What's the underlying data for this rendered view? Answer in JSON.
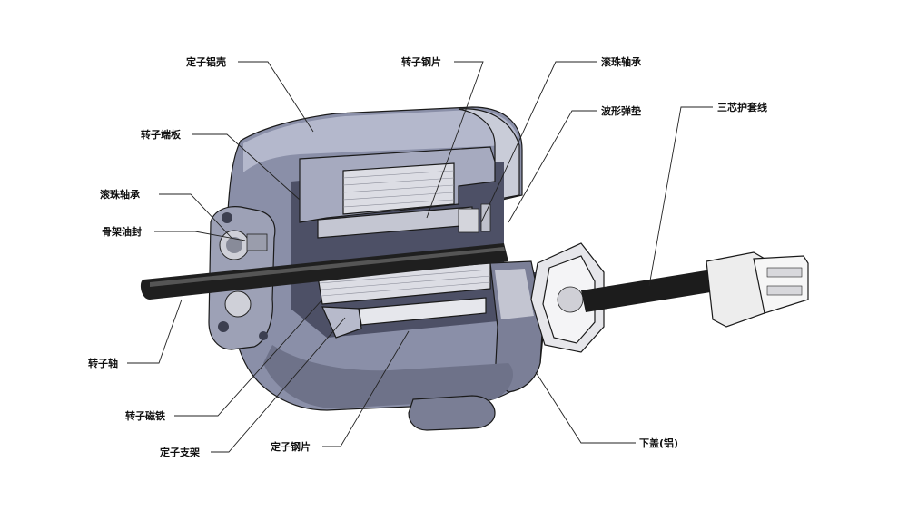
{
  "labels": {
    "stator_housing": "定子铝壳",
    "rotor_end_plate": "转子端板",
    "ball_bearing_left": "滚珠轴承",
    "skeleton_oil_seal": "骨架油封",
    "rotor_shaft": "转子轴",
    "rotor_magnet": "转子磁铁",
    "stator_bracket": "定子支架",
    "stator_steel_bottom": "定子钢片",
    "rotor_steel": "转子钢片",
    "ball_bearing_right": "滚珠轴承",
    "wave_spring_washer": "波形弹垫",
    "three_core_cable": "三芯护套线",
    "bottom_cover": "下盖(铝)"
  },
  "colors": {
    "housing": "#8a8fa8",
    "housing_dark": "#5c6078",
    "housing_light": "#b4b8cc",
    "steel": "#dcdde4",
    "shaft": "#1f1f1f",
    "connector": "#eeeeee"
  }
}
